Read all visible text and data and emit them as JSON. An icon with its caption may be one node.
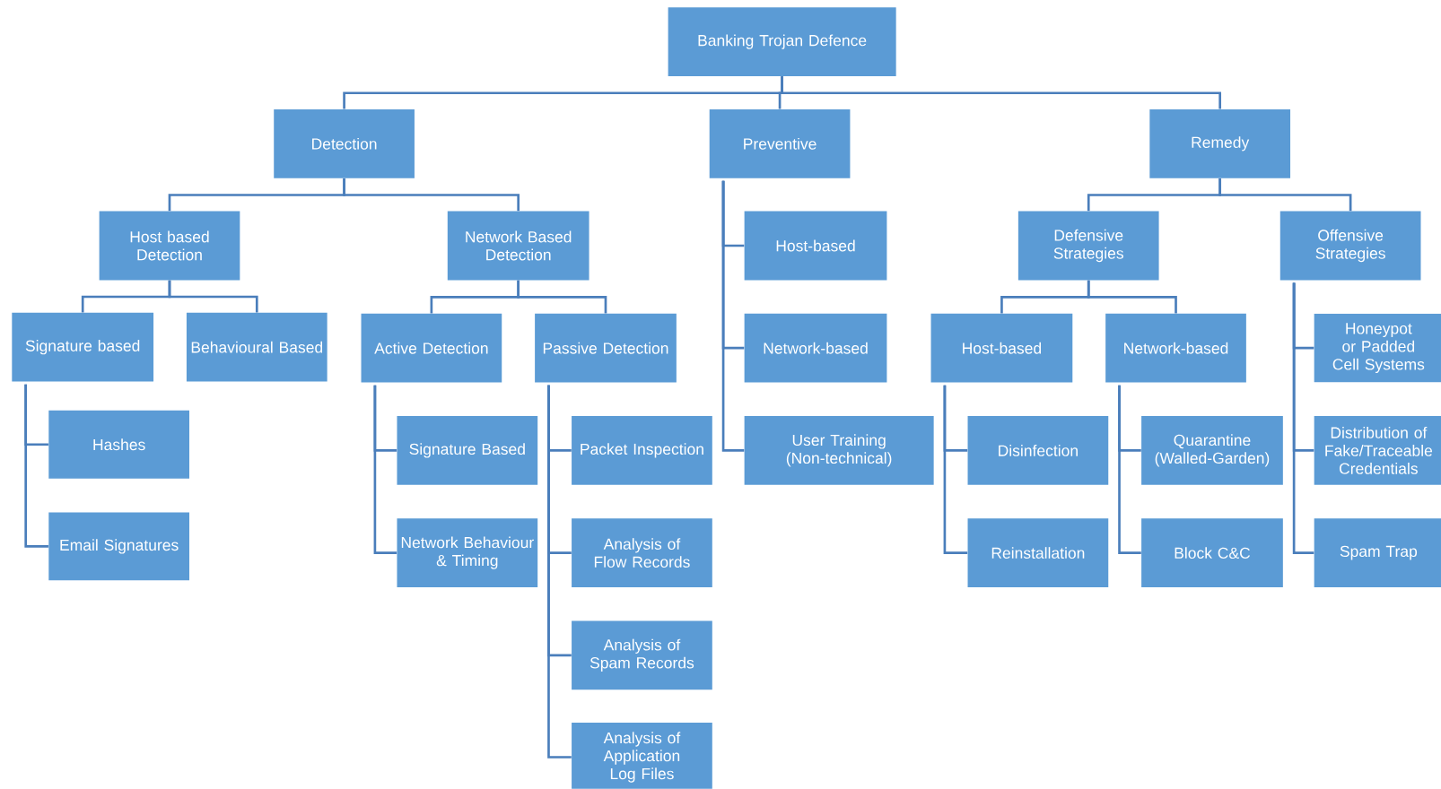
{
  "diagram": {
    "nodes": [
      {
        "text": [
          "Banking Trojan Defence"
        ]
      },
      {
        "text": [
          "Detection"
        ]
      },
      {
        "text": [
          "Preventive"
        ]
      },
      {
        "text": [
          "Remedy"
        ]
      },
      {
        "text": [
          "Host based Detection"
        ]
      },
      {
        "text": [
          "Network Based Detection"
        ]
      },
      {
        "text": [
          "Signature based"
        ]
      },
      {
        "text": [
          "Behavioural Based"
        ]
      },
      {
        "text": [
          "Hashes"
        ]
      },
      {
        "text": [
          "Email Signatures"
        ]
      },
      {
        "text": [
          "Active Detection"
        ]
      },
      {
        "text": [
          "Passive Detection"
        ]
      },
      {
        "text": [
          "Signature Based"
        ]
      },
      {
        "text": [
          "Network Behaviour & Timing"
        ]
      },
      {
        "text": [
          "Packet Inspection"
        ]
      },
      {
        "text": [
          "Analysis of Flow Records"
        ]
      },
      {
        "text": [
          "Analysis of Spam Records"
        ]
      },
      {
        "text": [
          "Analysis of Application Log Files"
        ]
      },
      {
        "text": [
          "Host-based"
        ]
      },
      {
        "text": [
          "Network-based"
        ]
      },
      {
        "text": [
          "User Training (Non-technical)"
        ]
      },
      {
        "text": [
          "Defensive Strategies"
        ]
      },
      {
        "text": [
          "Offensive Strategies"
        ]
      },
      {
        "text": [
          "Host-based"
        ]
      },
      {
        "text": [
          "Network-based"
        ]
      },
      {
        "text": [
          "Disinfection"
        ]
      },
      {
        "text": [
          "Reinstallation"
        ]
      },
      {
        "text": [
          "Quarantine (Walled-Garden)"
        ]
      },
      {
        "text": [
          "Block C&C"
        ]
      },
      {
        "text": [
          "Honeypot or Padded Cell Systems"
        ]
      },
      {
        "text": [
          "Distribution of Fake/Traceable Credentials"
        ]
      },
      {
        "text": [
          "Spam Trap"
        ]
      }
    ],
    "edges": [
      {
        "from": 0,
        "to": 1,
        "arrow": "none"
      },
      {
        "from": 0,
        "to": 2,
        "arrow": "none"
      },
      {
        "from": 0,
        "to": 3,
        "arrow": "none"
      },
      {
        "from": 1,
        "to": 4,
        "arrow": "none"
      },
      {
        "from": 1,
        "to": 5,
        "arrow": "none"
      },
      {
        "from": 4,
        "to": 6,
        "arrow": "none"
      },
      {
        "from": 4,
        "to": 7,
        "arrow": "none"
      },
      {
        "from": 6,
        "to": 8,
        "arrow": "none"
      },
      {
        "from": 6,
        "to": 9,
        "arrow": "none"
      },
      {
        "from": 5,
        "to": 10,
        "arrow": "none"
      },
      {
        "from": 5,
        "to": 11,
        "arrow": "none"
      },
      {
        "from": 10,
        "to": 12,
        "arrow": "none"
      },
      {
        "from": 10,
        "to": 13,
        "arrow": "none"
      },
      {
        "from": 11,
        "to": 14,
        "arrow": "none"
      },
      {
        "from": 11,
        "to": 15,
        "arrow": "none"
      },
      {
        "from": 11,
        "to": 16,
        "arrow": "none"
      },
      {
        "from": 11,
        "to": 17,
        "arrow": "none"
      },
      {
        "from": 2,
        "to": 18,
        "arrow": "none"
      },
      {
        "from": 2,
        "to": 19,
        "arrow": "none"
      },
      {
        "from": 2,
        "to": 20,
        "arrow": "none"
      },
      {
        "from": 3,
        "to": 21,
        "arrow": "none"
      },
      {
        "from": 3,
        "to": 22,
        "arrow": "none"
      },
      {
        "from": 21,
        "to": 23,
        "arrow": "none"
      },
      {
        "from": 21,
        "to": 24,
        "arrow": "none"
      },
      {
        "from": 23,
        "to": 25,
        "arrow": "none"
      },
      {
        "from": 23,
        "to": 26,
        "arrow": "none"
      },
      {
        "from": 24,
        "to": 27,
        "arrow": "none"
      },
      {
        "from": 24,
        "to": 28,
        "arrow": "none"
      },
      {
        "from": 22,
        "to": 29,
        "arrow": "none"
      },
      {
        "from": 22,
        "to": 30,
        "arrow": "none"
      },
      {
        "from": 22,
        "to": 31,
        "arrow": "none"
      }
    ]
  }
}
